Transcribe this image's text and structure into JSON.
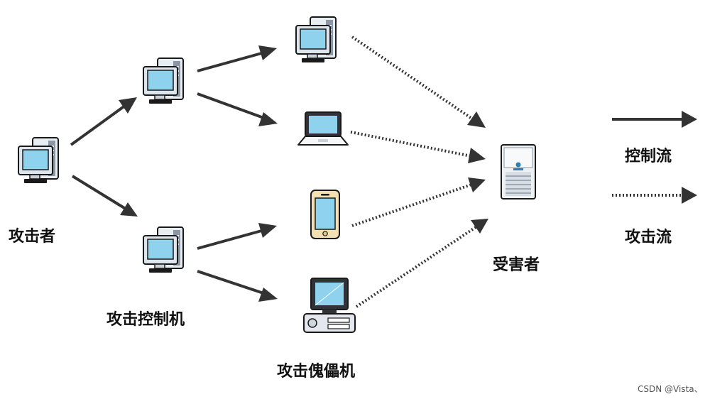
{
  "labels": {
    "attacker": "攻击者",
    "controllers": "攻击控制机",
    "zombies": "攻击傀儡机",
    "victim": "受害者",
    "legend_control": "控制流",
    "legend_attack": "攻击流"
  },
  "watermark": "CSDN @Vista、",
  "colors": {
    "arrow": "#333333",
    "screen": "#8ed2ee",
    "case_light": "#e8edf2",
    "case_dark": "#8c97a5",
    "outline": "#1a1a1a",
    "phone_body": "#f3dfb2"
  },
  "icons": {
    "attacker": "desktop-computer-icon",
    "controller": "desktop-computer-icon",
    "zombie_1": "desktop-computer-icon",
    "zombie_2": "laptop-icon",
    "zombie_3": "smartphone-icon",
    "zombie_4": "crt-workstation-icon",
    "victim": "server-tower-icon"
  }
}
